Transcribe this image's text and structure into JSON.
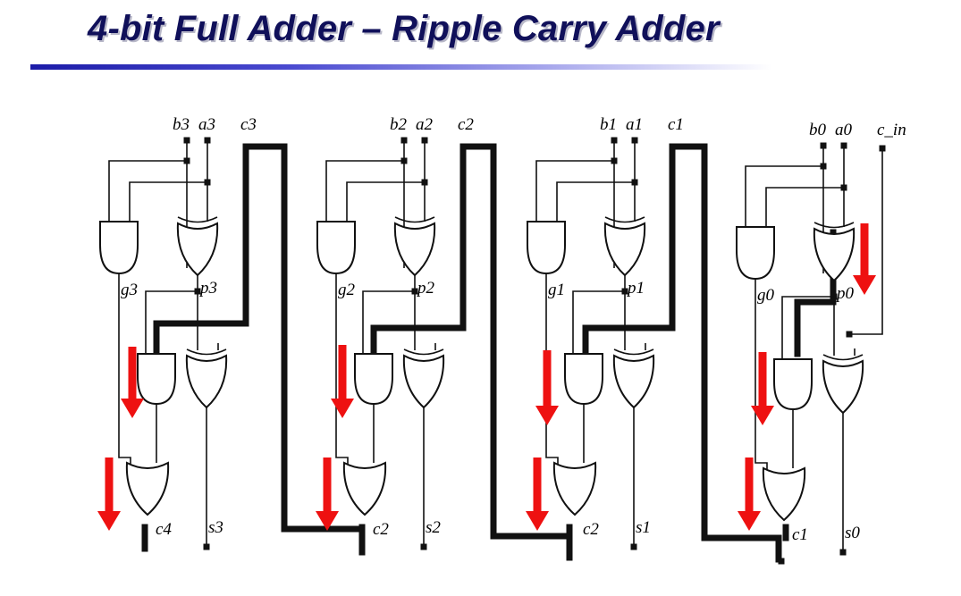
{
  "title": "4-bit Full Adder – Ripple Carry Adder",
  "accent_colors": {
    "title": "#10105a",
    "arrow": "#ee1111",
    "carry_path": "#111111"
  },
  "stages": [
    {
      "b": "b3",
      "a": "a3",
      "c": "c3",
      "g": "g3",
      "p": "p3",
      "cout": "c4",
      "s": "s3"
    },
    {
      "b": "b2",
      "a": "a2",
      "c": "c2",
      "g": "g2",
      "p": "p2",
      "cout": "c2",
      "s": "s2"
    },
    {
      "b": "b1",
      "a": "a1",
      "c": "c1",
      "g": "g1",
      "p": "p1",
      "cout": "c2",
      "s": "s1"
    },
    {
      "b": "b0",
      "a": "a0",
      "c": "c_in",
      "g": "g0",
      "p": "p0",
      "cout": "c1",
      "s": "s0"
    }
  ],
  "icons": {
    "arrow": "down-arrow-icon",
    "and_gate": "and-gate-icon",
    "or_gate": "or-gate-icon",
    "xor_gate": "xor-gate-icon"
  }
}
